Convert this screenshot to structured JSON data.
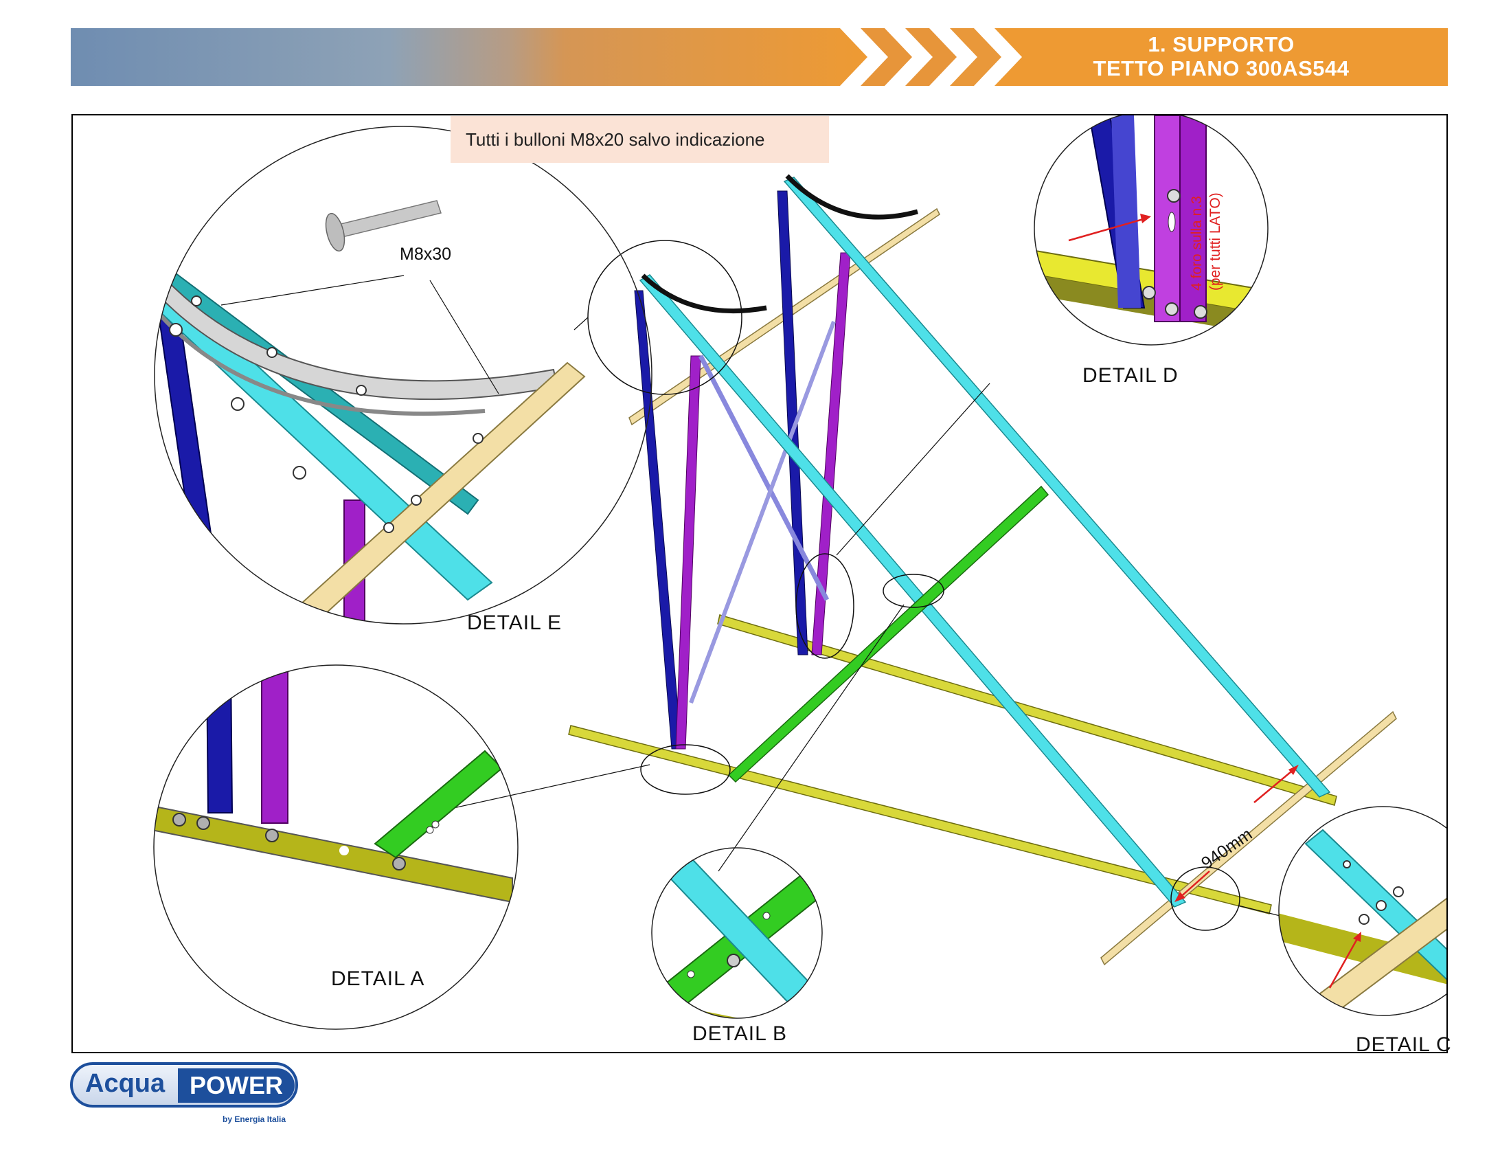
{
  "header": {
    "title_line1": "1.  SUPPORTO",
    "title_line2": "TETTO PIANO 300AS544"
  },
  "note": "Tutti i bulloni M8x20 salvo indicazione",
  "bolt_label": "M8x30",
  "dimension_label": "940mm",
  "side_note_line1": "4 foro sulla n.3",
  "side_note_line2": "(per tutti LATO)",
  "details": {
    "a": "DETAIL A",
    "b": "DETAIL B",
    "c": "DETAIL C",
    "d": "DETAIL D",
    "e": "DETAIL E"
  },
  "logo": {
    "acqua": "Acqua",
    "power": "POWER",
    "by": "by Energia Italia"
  },
  "colors": {
    "header_left": "#7a96b6",
    "header_right": "#ee9a33",
    "note_bg": "#fbe3d6",
    "cyan_beam": "#4ee0e8",
    "green_beam": "#33cc22",
    "yellow_rail": "#d8d83a",
    "cream_rail": "#f3dfa6",
    "blue_leg": "#1a1aa8",
    "purple_leg": "#a020c8",
    "arrow_red": "#e02020"
  }
}
